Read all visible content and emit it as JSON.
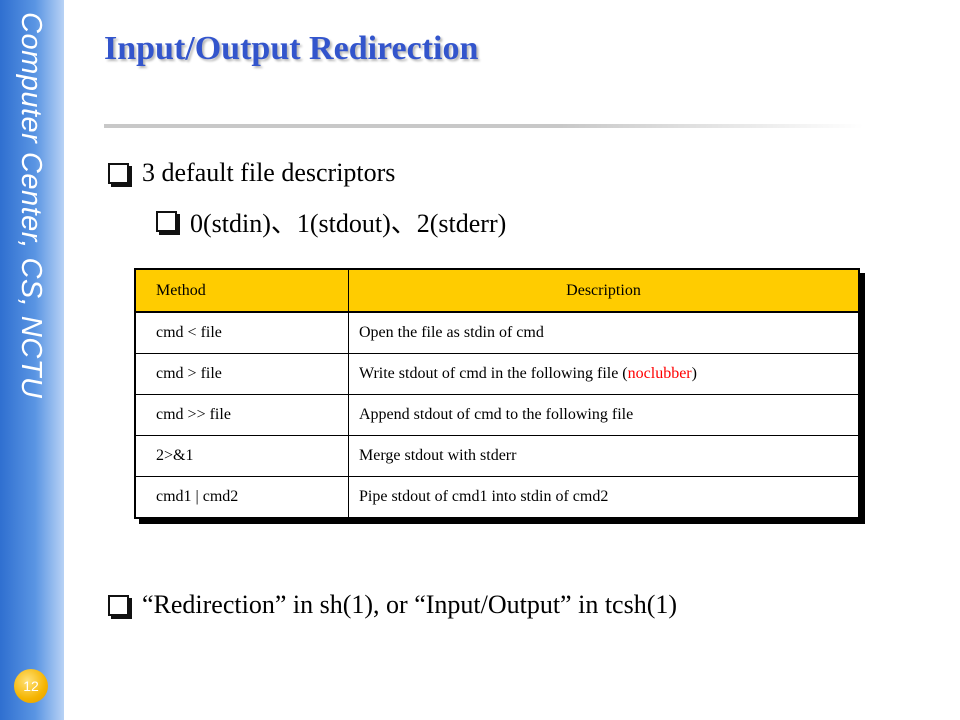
{
  "sidebar": {
    "text": "Computer Center, CS, NCTU"
  },
  "page_number": "12",
  "title": "Input/Output Redirection",
  "bullets": {
    "b1": "3 default file descriptors",
    "b2": "0(stdin)、1(stdout)、2(stderr)",
    "b3": "“Redirection” in sh(1), or “Input/Output” in tcsh(1)"
  },
  "table": {
    "headers": {
      "method": "Method",
      "description": "Description"
    },
    "rows": [
      {
        "method": "cmd < file",
        "description": "Open the file as stdin of cmd"
      },
      {
        "method": "cmd > file",
        "desc_pre": "Write stdout of cmd in the following file (",
        "desc_highlight": "noclubber",
        "desc_post": ")"
      },
      {
        "method": "cmd >> file",
        "description": "Append stdout of cmd to the following file"
      },
      {
        "method": "2>&1",
        "description": "Merge stdout with stderr"
      },
      {
        "method": "cmd1 | cmd2",
        "description": "Pipe stdout of cmd1 into stdin of cmd2"
      }
    ]
  },
  "colors": {
    "title": "#3355cc",
    "header_bg": "#ffcc00",
    "highlight": "#ff0000",
    "sidebar": "#3a7ad8"
  }
}
